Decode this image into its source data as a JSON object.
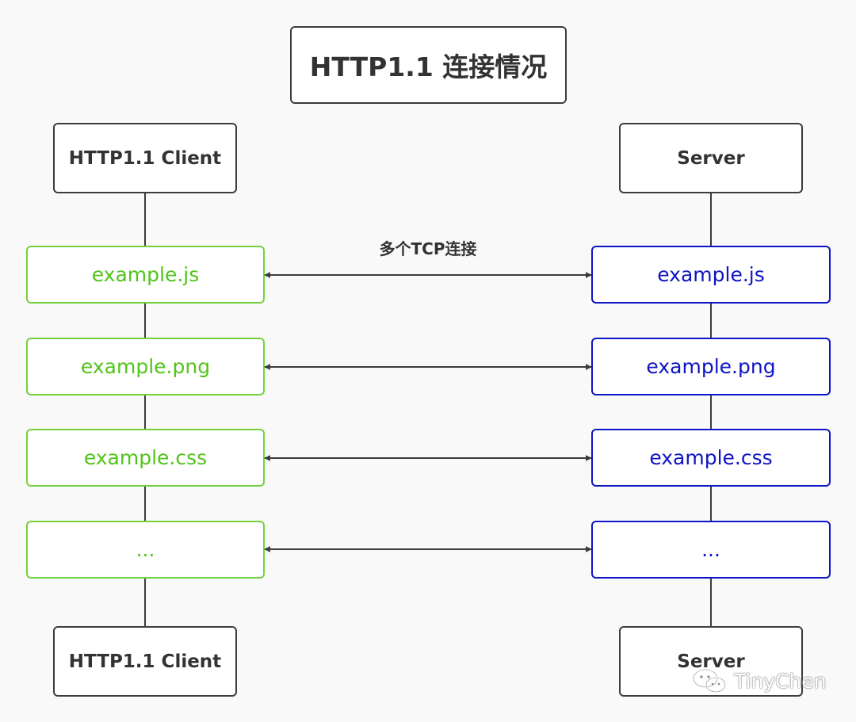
{
  "title": "HTTP1.1 连接情况",
  "client": {
    "top_label": "HTTP1.1 Client",
    "bottom_label": "HTTP1.1 Client"
  },
  "server": {
    "top_label": "Server",
    "bottom_label": "Server"
  },
  "connection_label": "多个TCP连接",
  "resources": [
    {
      "client": "example.js",
      "server": "example.js"
    },
    {
      "client": "example.png",
      "server": "example.png"
    },
    {
      "client": "example.css",
      "server": "example.css"
    },
    {
      "client": "...",
      "server": "..."
    }
  ],
  "colors": {
    "client_accent": "#52c41a",
    "server_accent": "#0f14c4",
    "line": "#3c3c3c"
  },
  "watermark": {
    "icon": "wechat-icon",
    "text": "TinyChen"
  }
}
